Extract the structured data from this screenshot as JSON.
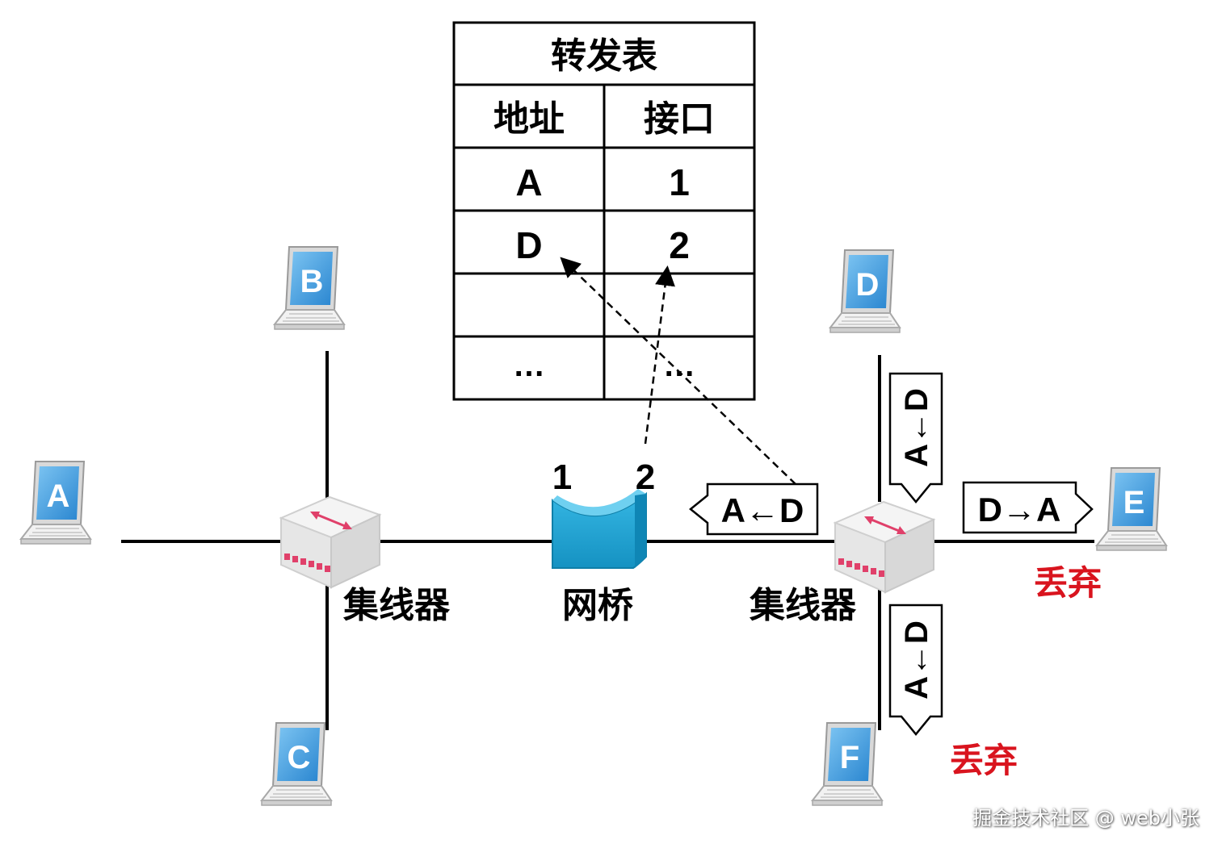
{
  "table": {
    "title": "转发表",
    "headers": [
      "地址",
      "接口"
    ],
    "rows": [
      [
        "A",
        "1"
      ],
      [
        "D",
        "2"
      ],
      [
        "",
        ""
      ],
      [
        "…",
        "…"
      ]
    ]
  },
  "hosts": {
    "A": "A",
    "B": "B",
    "C": "C",
    "D": "D",
    "E": "E",
    "F": "F"
  },
  "hub_left_label": "集线器",
  "hub_right_label": "集线器",
  "bridge": {
    "label": "网桥",
    "port1": "1",
    "port2": "2"
  },
  "frames": {
    "to_bridge": "A←D",
    "to_e": "D→A",
    "from_d": "A←D",
    "to_f": "A←D"
  },
  "discard_e": "丢弃",
  "discard_f": "丢弃",
  "watermark": "掘金技术社区 @ web小张",
  "colors": {
    "laptop_screen": "#3d9be0",
    "bridge": "#1ba6d6",
    "discard": "#d9141e",
    "hub_arrow": "#e0406a"
  }
}
